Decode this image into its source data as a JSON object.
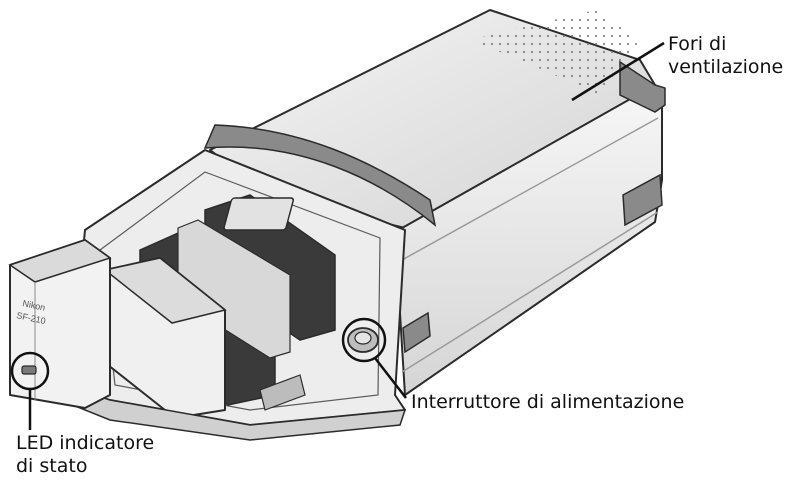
{
  "labels": {
    "ventilation": {
      "line1": "Fori di",
      "line2": "ventilazione"
    },
    "power_switch": {
      "text": "Interruttore di alimentazione"
    },
    "status_led": {
      "line1": "LED indicatore",
      "line2": "di stato"
    }
  },
  "device": {
    "brand": "Nikon",
    "model": "SF-210"
  },
  "colors": {
    "body_light": "#f2f2f2",
    "body_mid": "#d9d9d9",
    "band_dark": "#8a8a8a",
    "outline": "#2b2b2b",
    "slot_dark": "#3a3a3a"
  }
}
